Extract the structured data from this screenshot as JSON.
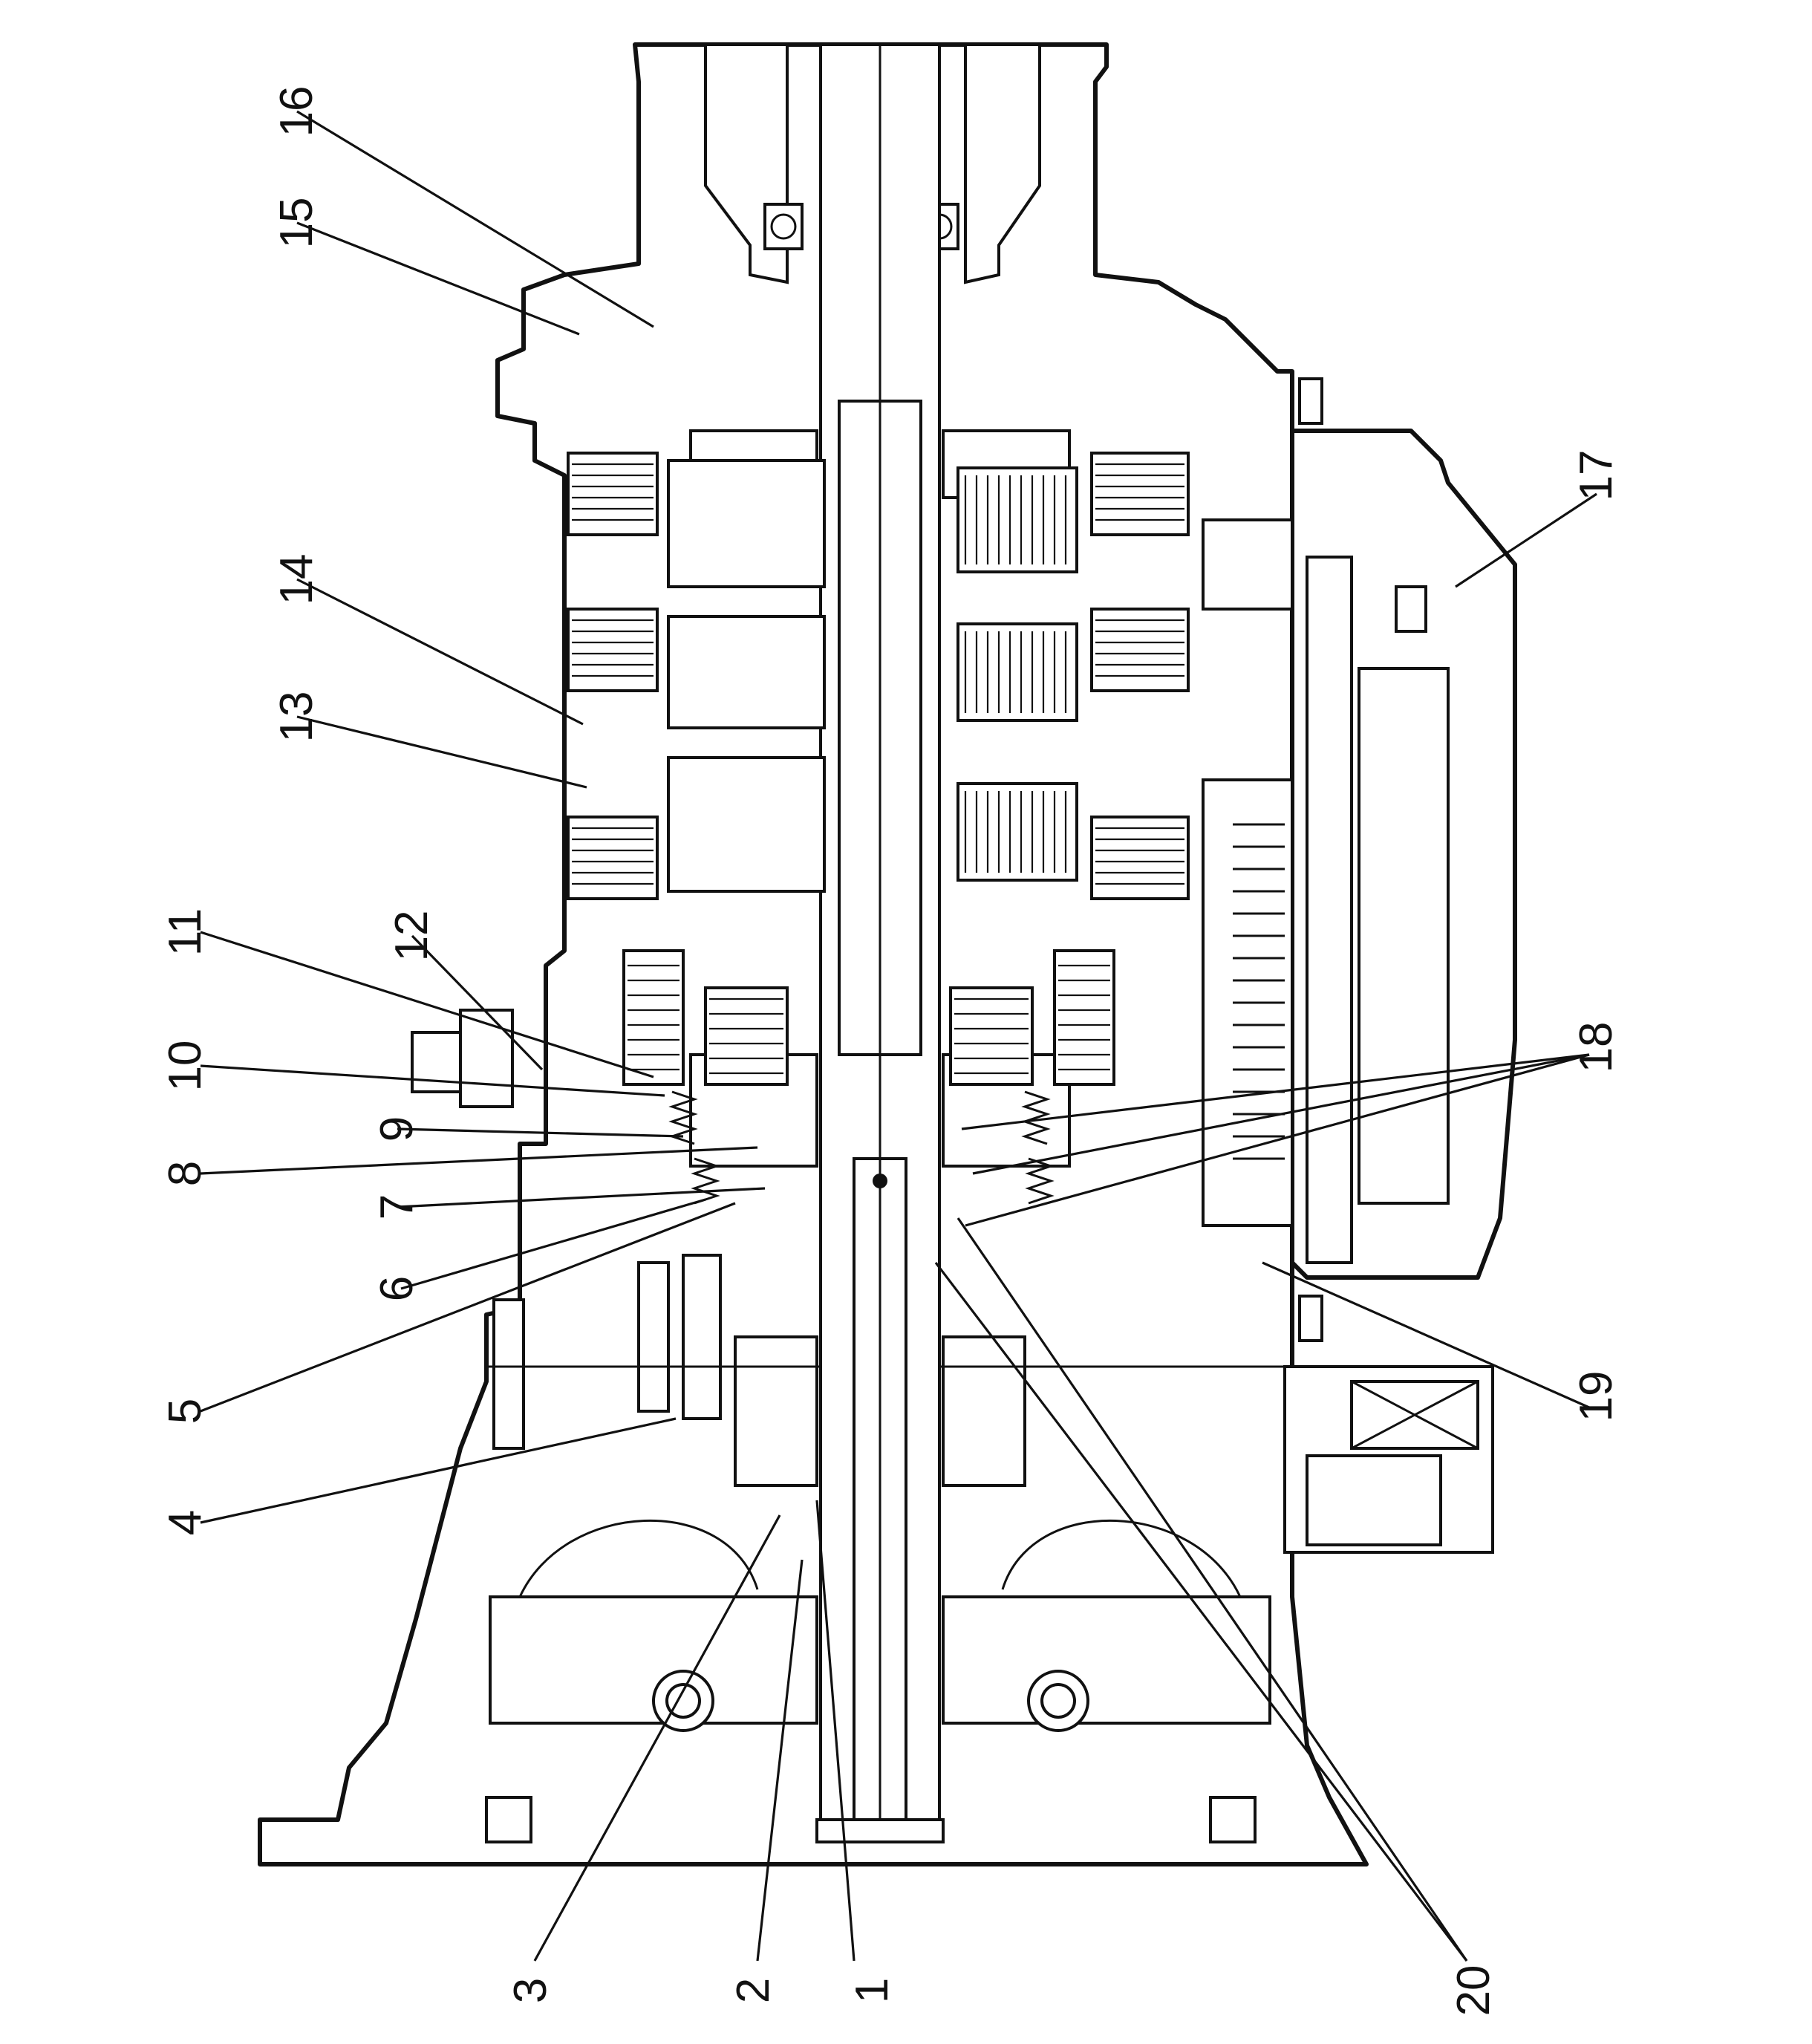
{
  "figure": {
    "callouts": [
      {
        "id": "c1",
        "label": "1"
      },
      {
        "id": "c2",
        "label": "2"
      },
      {
        "id": "c3",
        "label": "3"
      },
      {
        "id": "c4",
        "label": "4"
      },
      {
        "id": "c5",
        "label": "5"
      },
      {
        "id": "c6",
        "label": "6"
      },
      {
        "id": "c7",
        "label": "7"
      },
      {
        "id": "c8",
        "label": "8"
      },
      {
        "id": "c9",
        "label": "9"
      },
      {
        "id": "c10",
        "label": "10"
      },
      {
        "id": "c11",
        "label": "11"
      },
      {
        "id": "c12",
        "label": "12"
      },
      {
        "id": "c13",
        "label": "13"
      },
      {
        "id": "c14",
        "label": "14"
      },
      {
        "id": "c15",
        "label": "15"
      },
      {
        "id": "c16",
        "label": "16"
      },
      {
        "id": "c17",
        "label": "17"
      },
      {
        "id": "c18",
        "label": "18"
      },
      {
        "id": "c19",
        "label": "19"
      },
      {
        "id": "c20",
        "label": "20"
      }
    ]
  },
  "colors": {
    "ink": "#111111",
    "paper": "#ffffff"
  }
}
